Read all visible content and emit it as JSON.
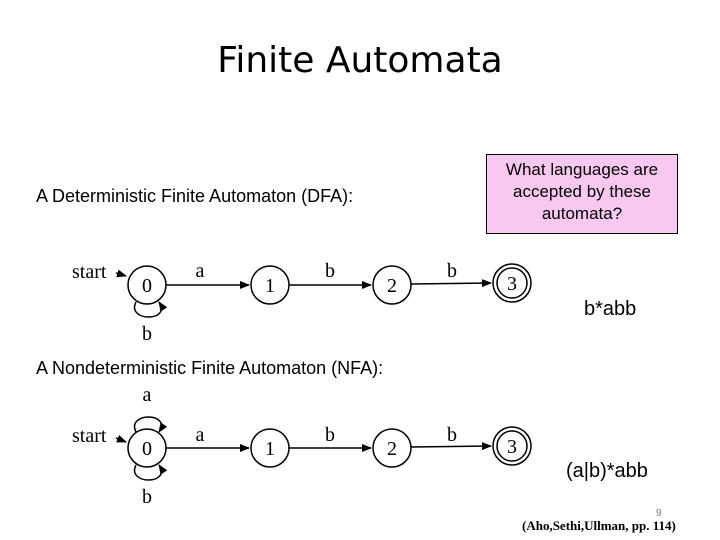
{
  "title": "Finite Automata",
  "callout": "What languages are accepted by these automata?",
  "dfa": {
    "heading": "A Deterministic Finite Automaton (DFA):",
    "start_label": "start",
    "states": [
      "0",
      "1",
      "2",
      "3"
    ],
    "transitions": [
      "a",
      "b",
      "b"
    ],
    "loop_label": "b",
    "language": "b*abb"
  },
  "nfa": {
    "heading": "A Nondeterministic Finite Automaton (NFA):",
    "start_label": "start",
    "states": [
      "0",
      "1",
      "2",
      "3"
    ],
    "transitions": [
      "a",
      "b",
      "b"
    ],
    "loop_top_label": "a",
    "loop_bottom_label": "b",
    "language": "(a|b)*abb"
  },
  "page_number": "9",
  "citation": "(Aho,Sethi,Ullman, pp. 114)"
}
